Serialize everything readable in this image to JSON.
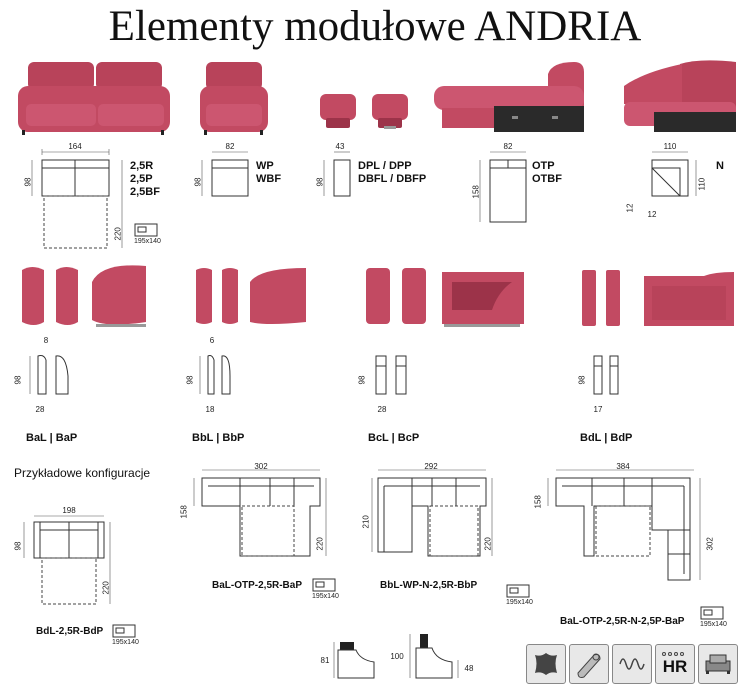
{
  "title": "Elementy modułowe ANDRIA",
  "colors": {
    "upholstery": "#c24a62",
    "upholstery_dark": "#9c3349",
    "frame": "#222222"
  },
  "modules": [
    {
      "width": "164",
      "height": "98",
      "depth": "220",
      "codes": [
        "2,5R",
        "2,5P",
        "2,5BF"
      ],
      "bed": "195x140"
    },
    {
      "width": "82",
      "height": "98",
      "codes": [
        "WP",
        "WBF"
      ]
    },
    {
      "width": "43",
      "height": "98",
      "codes": [
        "DPL / DPP",
        "DBFL / DBFP"
      ]
    },
    {
      "width": "82",
      "height": "158",
      "codes": [
        "OTP",
        "OTBF"
      ]
    },
    {
      "width": "110",
      "height": "110",
      "codes": [
        "N"
      ],
      "inner_a": "12",
      "inner_b": "12"
    }
  ],
  "armrests": [
    {
      "width": "8",
      "height": "98",
      "depth": "28",
      "label": "BaL | BaP"
    },
    {
      "width": "6",
      "height": "98",
      "depth": "18",
      "label": "BbL | BbP"
    },
    {
      "height": "98",
      "depth": "28",
      "label": "BcL | BcP"
    },
    {
      "height": "98",
      "depth": "17",
      "label": "BdL | BdP"
    }
  ],
  "configs_heading": "Przykładowe konfiguracje",
  "configs": [
    {
      "name": "BdL-2,5R-BdP",
      "width": "198",
      "height": "98",
      "depth": "220",
      "bed": "195x140"
    },
    {
      "name": "BaL-OTP-2,5R-BaP",
      "width": "302",
      "height": "158",
      "depth": "220",
      "bed": "195x140"
    },
    {
      "name": "BbL-WP-N-2,5R-BbP",
      "width": "292",
      "height": "210",
      "depth": "220",
      "bed": "195x140"
    },
    {
      "name": "BaL-OTP-2,5R-N-2,5P-BaP",
      "width": "384",
      "height": "158",
      "depth": "302",
      "bed": "195x140"
    }
  ],
  "headrest": {
    "h1": "81",
    "h2": "100",
    "h3": "48"
  },
  "features": [
    {
      "icon": "leather-icon"
    },
    {
      "icon": "fabric-roll-icon"
    },
    {
      "icon": "spring-icon"
    },
    {
      "icon": "hr-foam-icon",
      "text": "HR"
    },
    {
      "icon": "sofa-bed-icon"
    }
  ]
}
